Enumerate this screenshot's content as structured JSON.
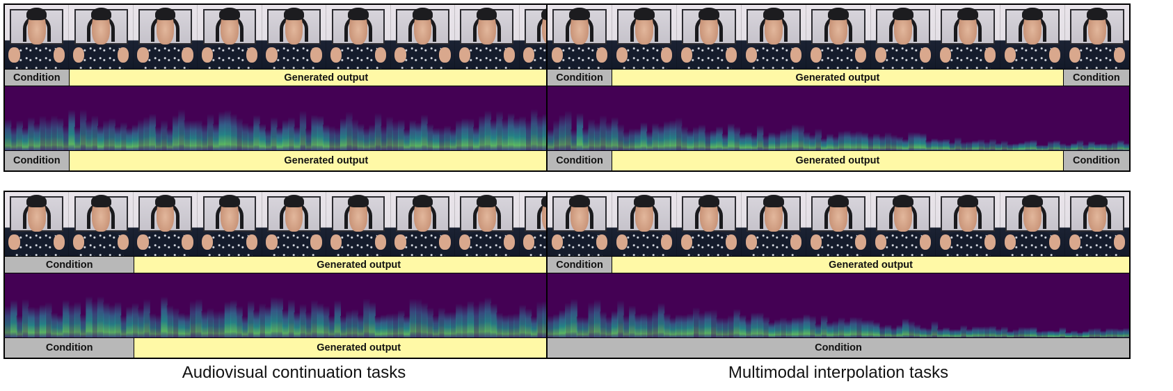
{
  "panels": [
    {
      "id": "top-left",
      "video_labels": [
        {
          "text": "Condition",
          "kind": "condition",
          "flex": 85
        },
        {
          "text": "Generated output",
          "kind": "generated",
          "flex": 685
        }
      ],
      "audio_labels": [
        {
          "text": "Condition",
          "kind": "condition",
          "flex": 85
        },
        {
          "text": "Generated output",
          "kind": "generated",
          "flex": 685
        }
      ]
    },
    {
      "id": "top-right",
      "video_labels": [
        {
          "text": "Condition",
          "kind": "condition",
          "flex": 85
        },
        {
          "text": "Generated output",
          "kind": "generated",
          "flex": 598
        },
        {
          "text": "Condition",
          "kind": "condition",
          "flex": 87
        }
      ],
      "audio_labels": [
        {
          "text": "Condition",
          "kind": "condition",
          "flex": 85
        },
        {
          "text": "Generated output",
          "kind": "generated",
          "flex": 598
        },
        {
          "text": "Condition",
          "kind": "condition",
          "flex": 87
        }
      ]
    },
    {
      "id": "bottom-left",
      "video_labels": [
        {
          "text": "Condition",
          "kind": "condition",
          "flex": 172
        },
        {
          "text": "Generated output",
          "kind": "generated",
          "flex": 598
        }
      ],
      "audio_labels": [
        {
          "text": "Condition",
          "kind": "condition",
          "flex": 172
        },
        {
          "text": "Generated output",
          "kind": "generated",
          "flex": 598
        }
      ]
    },
    {
      "id": "bottom-right",
      "video_labels": [
        {
          "text": "Condition",
          "kind": "condition",
          "flex": 85
        },
        {
          "text": "Generated output",
          "kind": "generated",
          "flex": 685
        }
      ],
      "audio_labels": [
        {
          "text": "Condition",
          "kind": "condition",
          "flex": 770
        }
      ]
    }
  ],
  "captions": {
    "left": "Audiovisual continuation tasks",
    "right": "Multimodal interpolation tasks"
  },
  "colors": {
    "condition": "#b8b8b8",
    "generated": "#fff9a6",
    "spectrogram_bg": "#440154",
    "spectrogram_mid": "#21918c",
    "spectrogram_high": "#5ec962"
  }
}
